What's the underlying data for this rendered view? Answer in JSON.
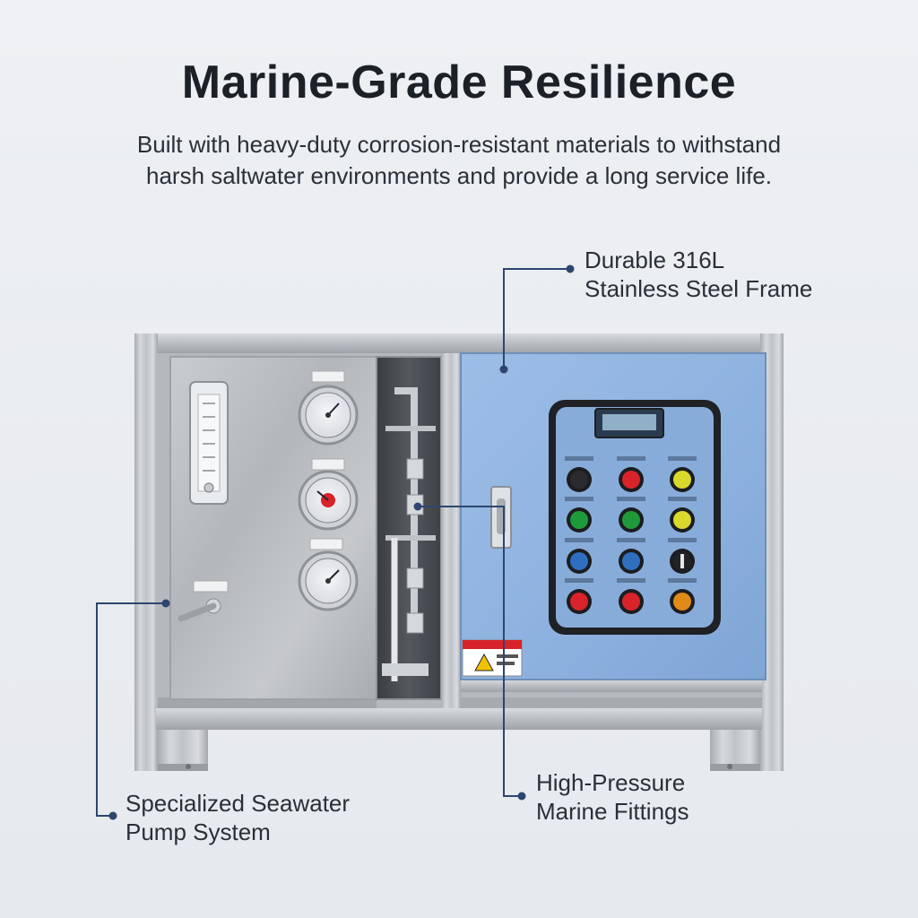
{
  "header": {
    "title": "Marine-Grade Resilience",
    "subtitle_line1": "Built with heavy-duty corrosion-resistant materials to withstand",
    "subtitle_line2": "harsh saltwater environments and provide a long service life."
  },
  "callouts": {
    "frame": {
      "line1": "Durable 316L",
      "line2": "Stainless Steel Frame"
    },
    "pump": {
      "line1": "Specialized Seawater",
      "line2": "Pump System"
    },
    "fittings": {
      "line1": "High-Pressure",
      "line2": "Marine Fittings"
    }
  },
  "colors": {
    "leader_line": "#2c4670",
    "panel_blue": "#8fb3e0",
    "steel": "#c3c7cb"
  },
  "control_panel": {
    "rows": [
      [
        "dark",
        "red",
        "yellow"
      ],
      [
        "green",
        "green",
        "yellow"
      ],
      [
        "blue",
        "blue",
        "selector"
      ],
      [
        "red",
        "red",
        "orange"
      ]
    ]
  }
}
